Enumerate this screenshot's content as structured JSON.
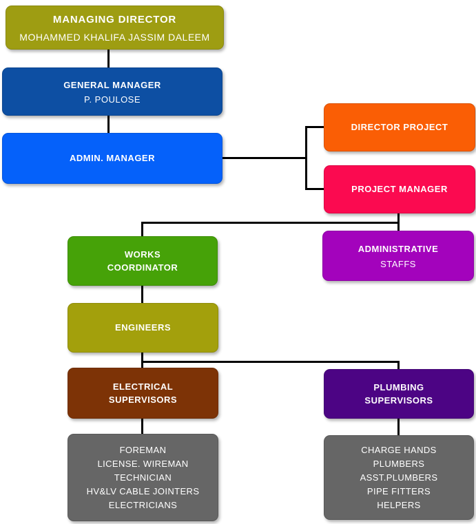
{
  "meta": {
    "type": "org-chart",
    "background": "#ffffff",
    "connector_color": "#000000",
    "text_color": "#ffffff"
  },
  "nodes": {
    "managing_director": {
      "title": "MANAGING DIRECTOR",
      "subtitle": "MOHAMMED KHALIFA JASSIM DALEEM",
      "color": "#9E9D12"
    },
    "general_manager": {
      "title": "GENERAL MANAGER",
      "subtitle": "P. POULOSE",
      "color": "#0D4FA3"
    },
    "admin_manager": {
      "title": "ADMIN. MANAGER",
      "color": "#0561FA"
    },
    "director_project": {
      "title": "DIRECTOR PROJECT",
      "color": "#FA5E05"
    },
    "project_manager": {
      "title": "PROJECT MANAGER",
      "color": "#FB0A50"
    },
    "works_coordinator": {
      "title": "WORKS\nCOORDINATOR",
      "color": "#46A208"
    },
    "administrative_staffs": {
      "title": "ADMINISTRATIVE",
      "subtitle": "STAFFS",
      "color": "#A303BC"
    },
    "engineers": {
      "title": "ENGINEERS",
      "color": "#A3A00C"
    },
    "electrical_supervisors": {
      "title": "ELECTRICAL\nSUPERVISORS",
      "color": "#7D3306"
    },
    "plumbing_supervisors": {
      "title": "PLUMBING\nSUPERVISORS",
      "color": "#4C0484"
    },
    "electrical_team": {
      "roles": [
        "FOREMAN",
        "LICENSE. WIREMAN",
        "TECHNICIAN",
        "HV&LV CABLE JOINTERS",
        "ELECTRICIANS"
      ],
      "color": "#666666"
    },
    "plumbing_team": {
      "roles": [
        "CHARGE HANDS",
        "PLUMBERS",
        "ASST.PLUMBERS",
        "PIPE FITTERS",
        "HELPERS"
      ],
      "color": "#666666"
    }
  }
}
